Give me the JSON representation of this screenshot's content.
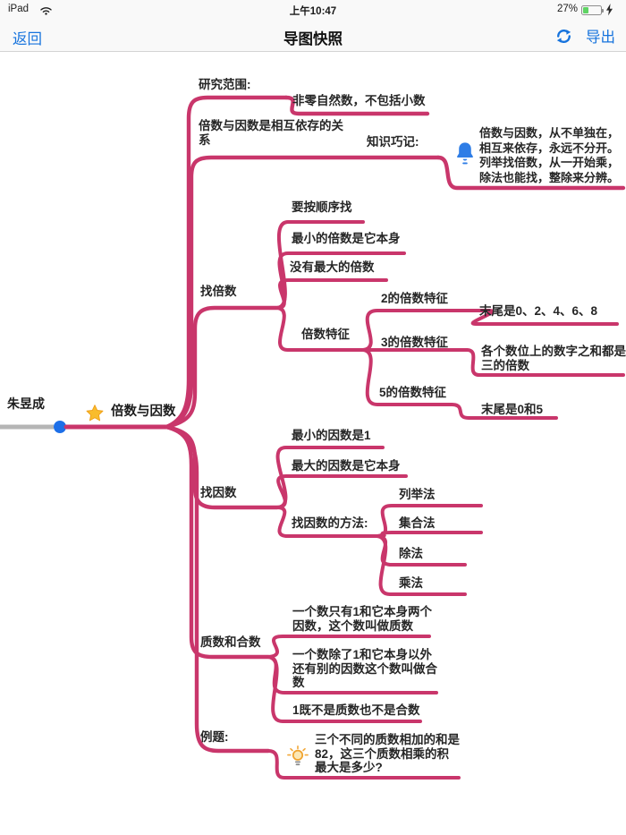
{
  "status_bar": {
    "device": "iPad",
    "time": "上午10:47",
    "battery_percent": "27%"
  },
  "nav": {
    "back": "返回",
    "title": "导图快照",
    "export": "导出"
  },
  "icons": {
    "wifi": "wifi-icon",
    "battery_bolt": "charging-bolt-icon",
    "refresh": "sync-refresh-icon",
    "root_star": "star-icon",
    "note_bell": "bell-icon",
    "example_bulb": "lightbulb-icon"
  },
  "colors": {
    "branch_pink": "#c9366b",
    "accent_blue": "#1673dd",
    "node_dot_blue": "#1d6fe8",
    "root_line_gray": "#b5b5b5",
    "star_yellow": "#f9bc2c",
    "battery_green": "#5fd364"
  },
  "map": {
    "author": "朱昱成",
    "root": "倍数与因数",
    "nodes": {
      "scope": "研究范围:",
      "scope_child": "非零自然数，不包括小数",
      "depend": "倍数与因数是相互依存的关\n系",
      "tips": "知识巧记:",
      "note": "倍数与因数，从不单独在，\n相互来依存，永远不分开。\n列举找倍数，从一开始乘，\n除法也能找，整除来分辨。",
      "find_multiples": "找倍数",
      "fm_order": "要按顺序找",
      "fm_min": "最小的倍数是它本身",
      "fm_nomax": "没有最大的倍数",
      "fm_feature": "倍数特征",
      "f2": "2的倍数特征",
      "f2_child": "末尾是0、2、4、6、8",
      "f3": "3的倍数特征",
      "f3_child": "各个数位上的数字之和都是\n三的倍数",
      "f5": "5的倍数特征",
      "f5_child": "末尾是0和5",
      "find_factors": "找因数",
      "ff_min": "最小的因数是1",
      "ff_max": "最大的因数是它本身",
      "ff_method": "找因数的方法:",
      "method_list": "列举法",
      "method_set": "集合法",
      "method_div": "除法",
      "method_mul": "乘法",
      "primes": "质数和合数",
      "prime_def": "一个数只有1和它本身两个\n因数，这个数叫做质数",
      "composite_def": "一个数除了1和它本身以外\n还有别的因数这个数叫做合\n数",
      "one_neither": "1既不是质数也不是合数",
      "example": "例题:",
      "example_child": "三个不同的质数相加的和是\n82，这三个质数相乘的积\n最大是多少?"
    }
  }
}
